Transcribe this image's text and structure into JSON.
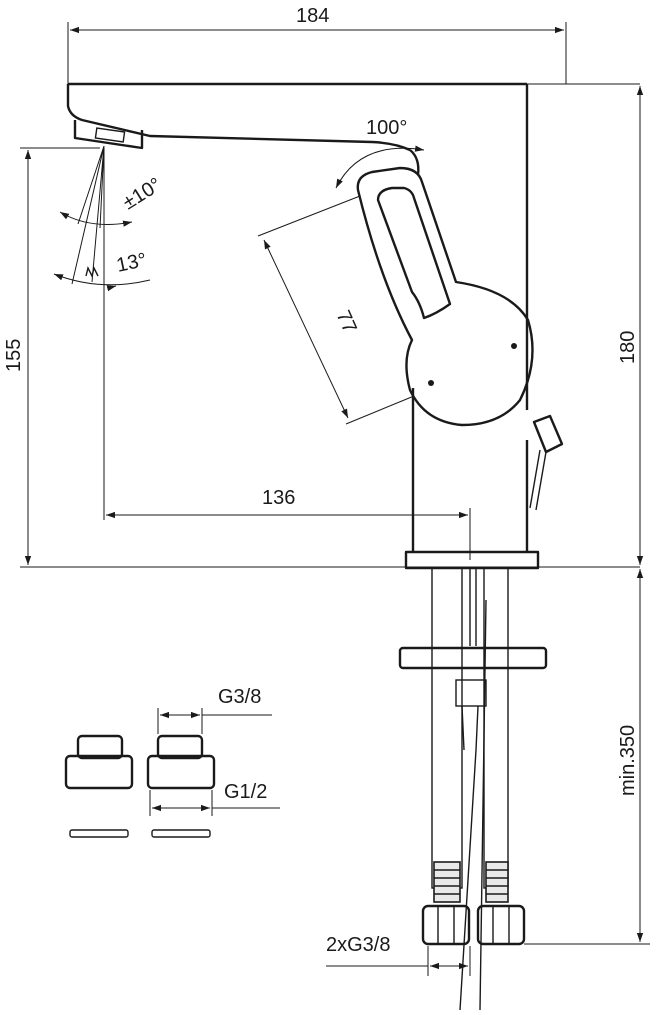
{
  "dimensions": {
    "total_width": "184",
    "spout_height": "155",
    "total_height": "180",
    "spout_reach": "136",
    "lever_length": "77",
    "lever_rotation": "100°",
    "spray_angle": "±10°",
    "spray_tilt": "13°",
    "min_length": "min.350",
    "adapter_outer": "G3/8",
    "adapter_inner": "G1/2",
    "hose_thread": "2xG3/8"
  },
  "colors": {
    "line": "#1a1a1a",
    "background": "#ffffff"
  }
}
